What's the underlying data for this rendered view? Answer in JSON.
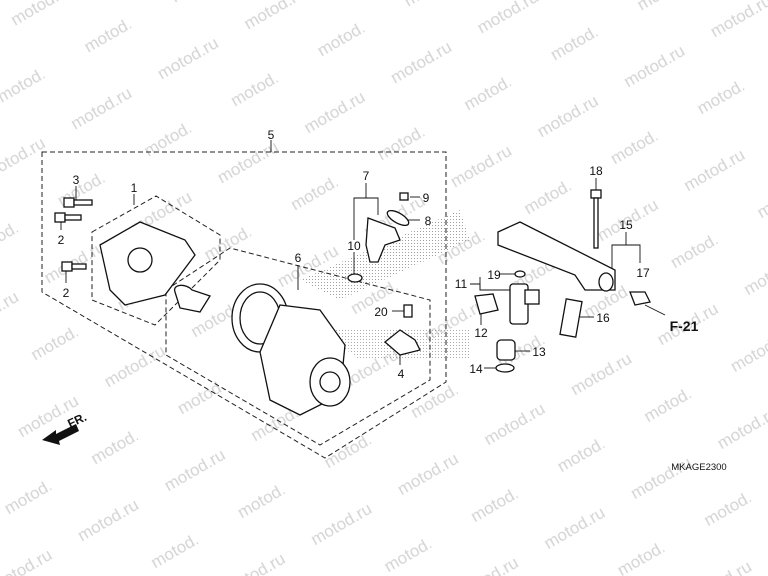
{
  "watermark": "motod.ru",
  "diagram_code": "MKAGE2300",
  "front_marker": "FR.",
  "reference": "F-21",
  "callouts": {
    "c1": "1",
    "c2a": "2",
    "c2b": "2",
    "c3": "3",
    "c4": "4",
    "c5": "5",
    "c6": "6",
    "c7": "7",
    "c8": "8",
    "c9": "9",
    "c10": "10",
    "c11": "11",
    "c12": "12",
    "c13": "13",
    "c14": "14",
    "c15": "15",
    "c16": "16",
    "c17": "17",
    "c18": "18",
    "c19": "19",
    "c20": "20"
  }
}
